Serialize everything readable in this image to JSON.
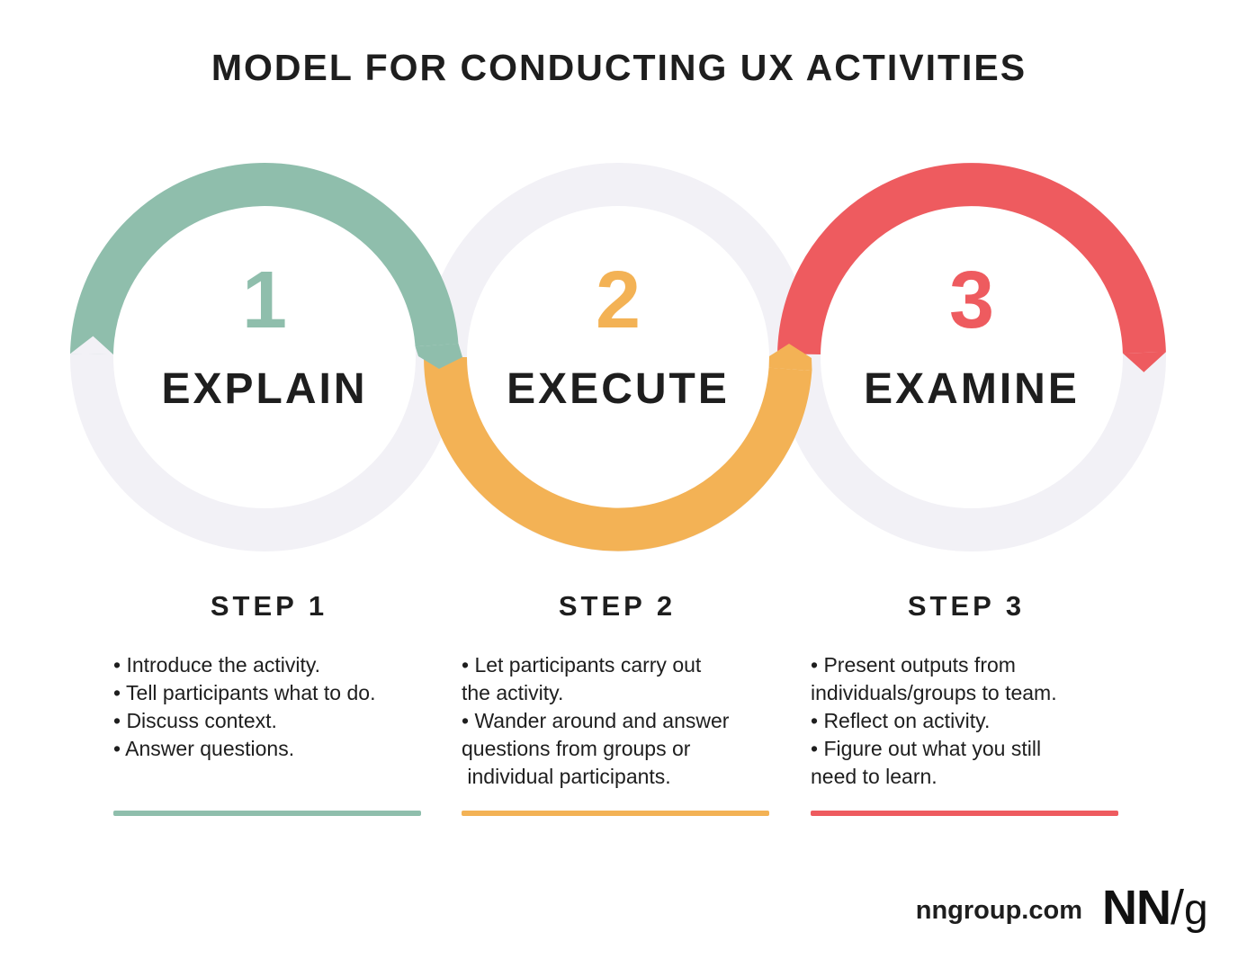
{
  "title": "MODEL FOR CONDUCTING UX ACTIVITIES",
  "colors": {
    "green": "#8FBEAC",
    "orange": "#F3B255",
    "red": "#EE5B5F",
    "ring": "#F2F1F6",
    "ink": "#1E1E1E"
  },
  "steps": [
    {
      "number": "1",
      "label": "EXPLAIN",
      "heading": "STEP 1",
      "color": "green",
      "lines": [
        "• Introduce the activity.",
        "• Tell participants what to do.",
        "• Discuss context.",
        "• Answer questions."
      ]
    },
    {
      "number": "2",
      "label": "EXECUTE",
      "heading": "STEP 2",
      "color": "orange",
      "lines": [
        "• Let participants carry out",
        "the activity.",
        "• Wander around and answer",
        "questions from groups or",
        " individual participants."
      ]
    },
    {
      "number": "3",
      "label": "EXAMINE",
      "heading": "STEP 3",
      "color": "red",
      "lines": [
        "• Present outputs from",
        "individuals/groups to team.",
        "• Reflect on activity.",
        "• Figure out what you still",
        "need to learn."
      ]
    }
  ],
  "footer": {
    "website": "nngroup.com",
    "logo_nn": "NN",
    "logo_slash": "/",
    "logo_g": "g"
  }
}
